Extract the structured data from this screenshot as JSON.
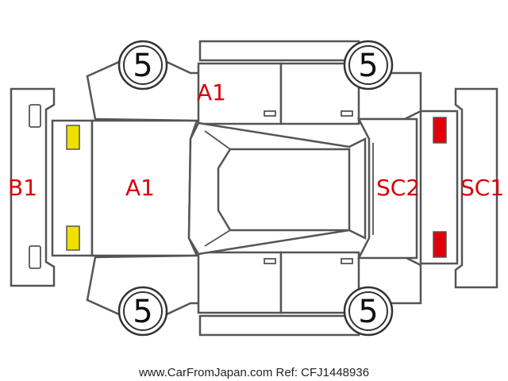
{
  "damage_labels": {
    "hood": "A1",
    "front_left_door": "A1",
    "rear_bumper": "B1",
    "rear_glass": "SC2",
    "windshield_area": "SC1"
  },
  "tire_grades": {
    "front_left": "5",
    "front_right": "5",
    "rear_left": "5",
    "rear_right": "5"
  },
  "footer": "www.CarFromJapan.com Ref: CFJ1448936",
  "colors": {
    "label": "#d8000a",
    "outline": "#555555",
    "yellow_marker": "#f0e000",
    "red_marker": "#e0000a"
  }
}
